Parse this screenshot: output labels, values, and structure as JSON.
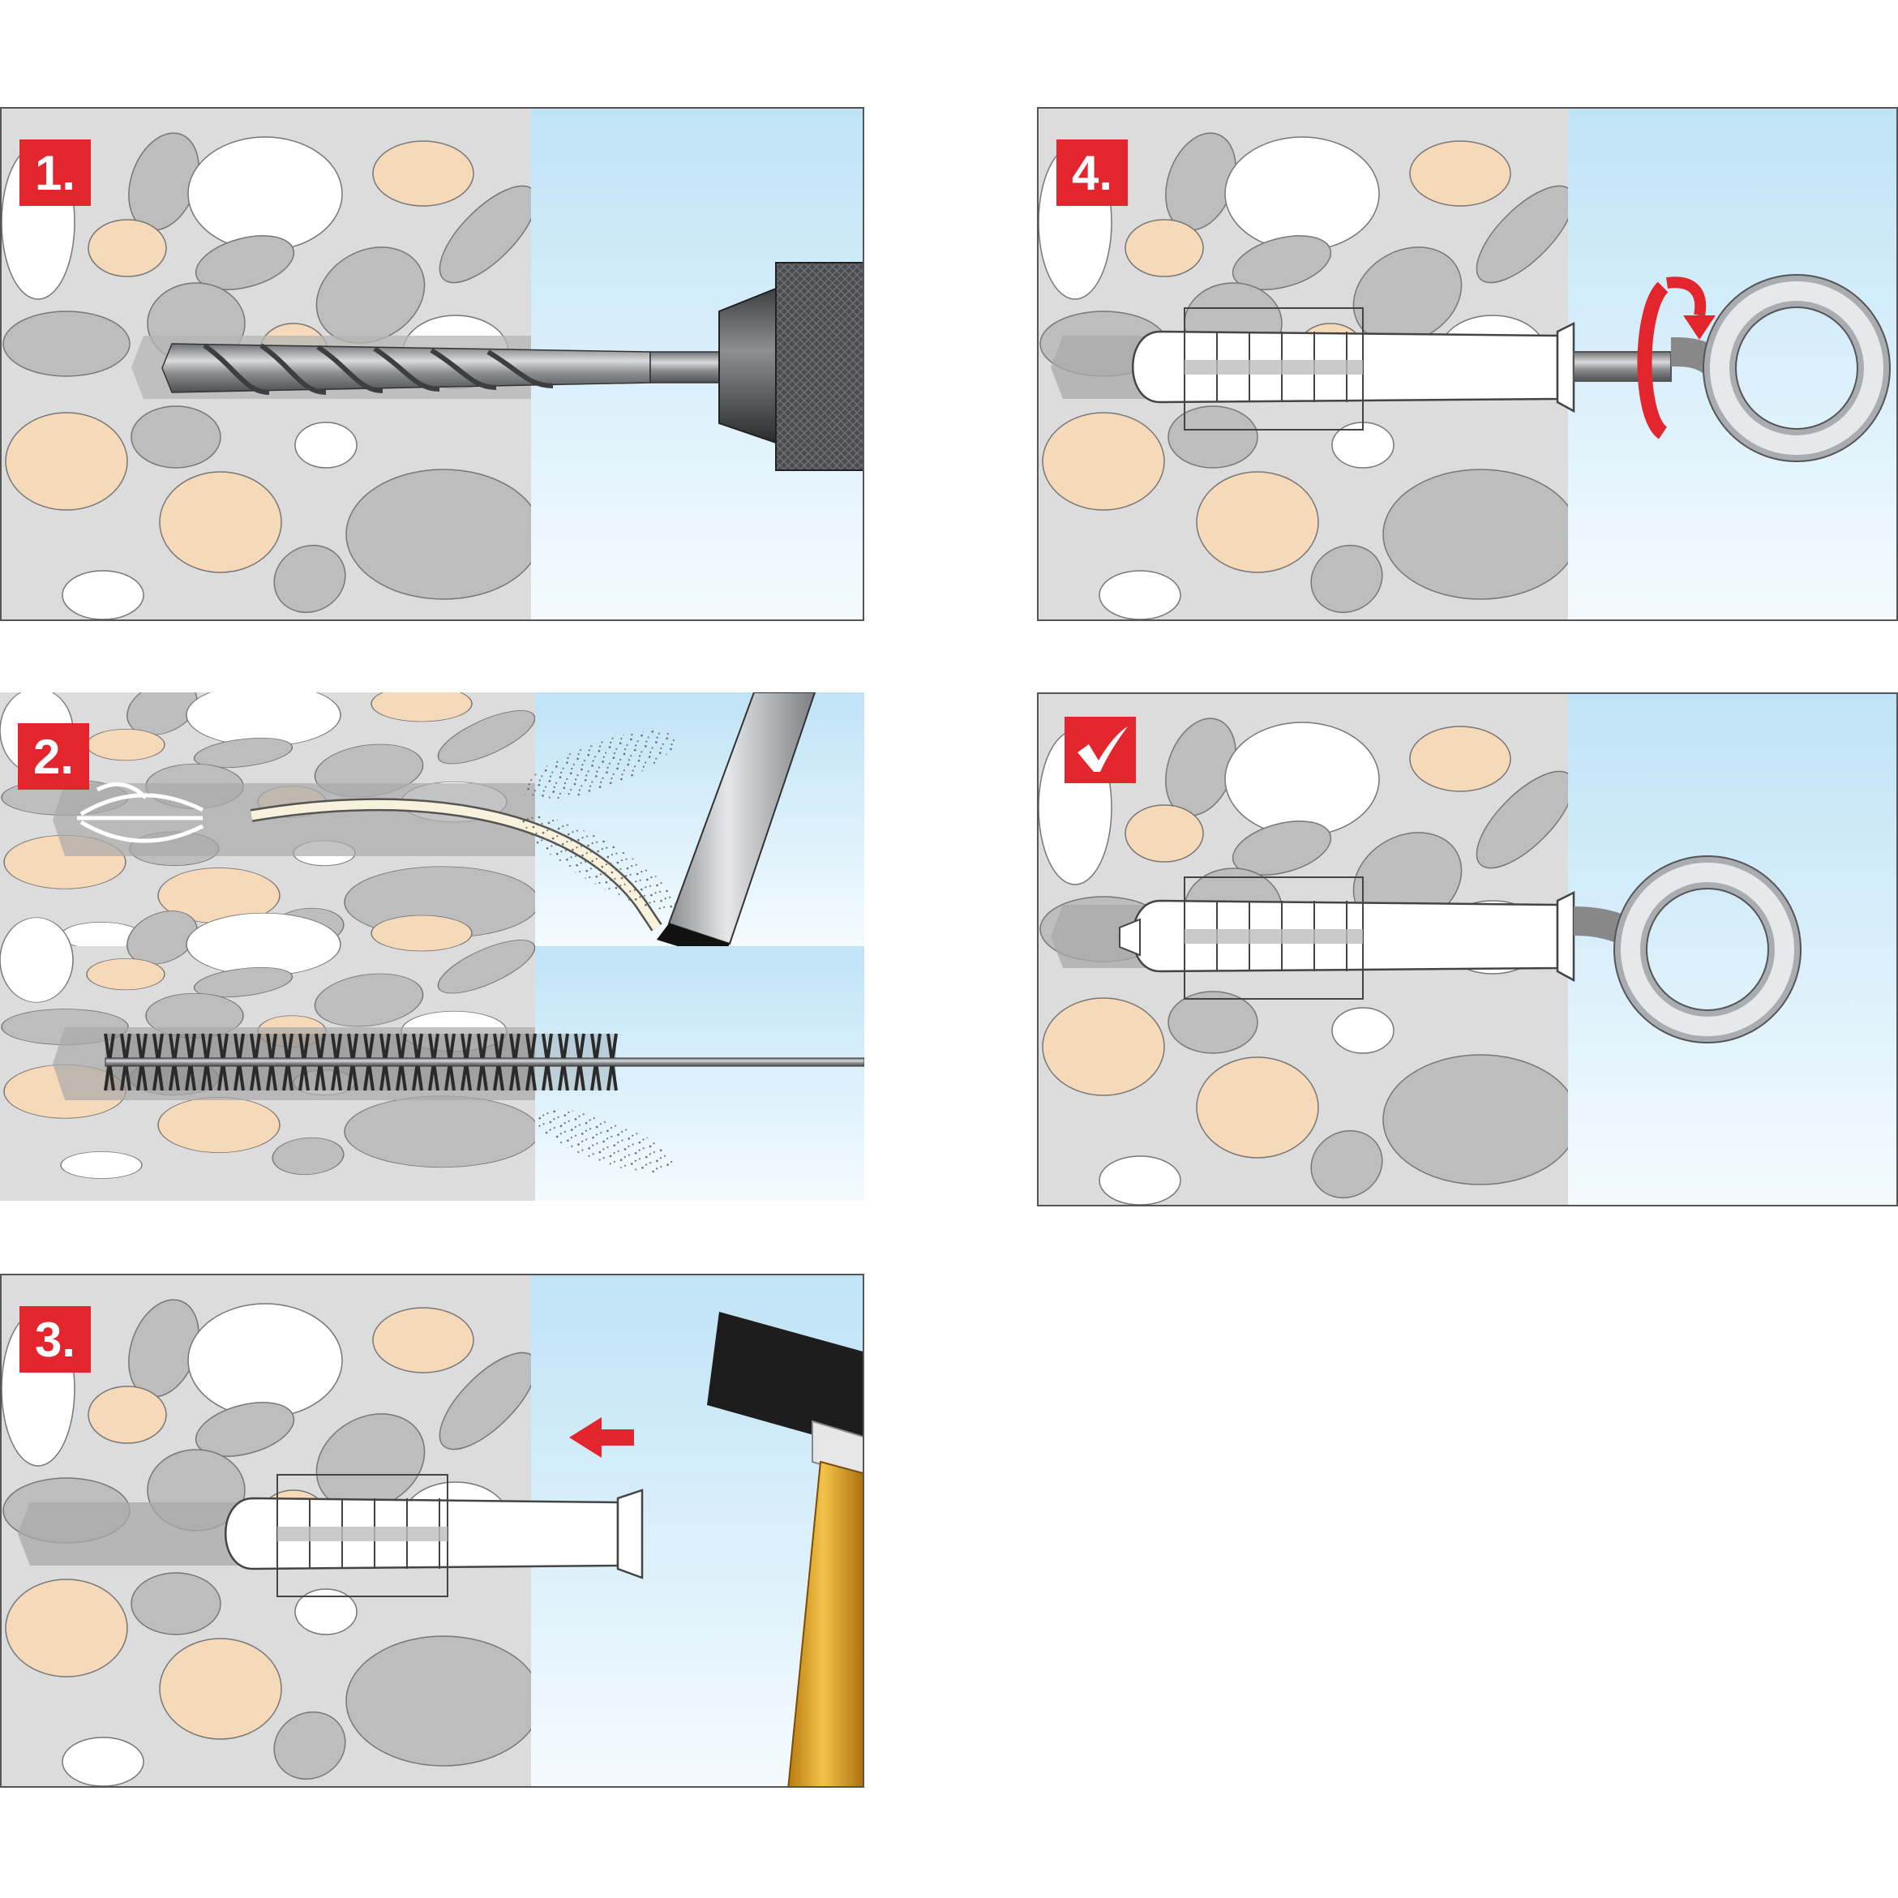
{
  "steps": [
    {
      "badge": "1.",
      "tool": "drill",
      "colors": {
        "badge": "#e3262d"
      }
    },
    {
      "badge": "2.",
      "tool": "blow-pump-and-brush",
      "colors": {
        "badge": "#e3262d"
      }
    },
    {
      "badge": "3.",
      "tool": "hammer",
      "colors": {
        "badge": "#e3262d"
      }
    },
    {
      "badge": "4.",
      "tool": "eye-hook-screw",
      "colors": {
        "badge": "#e3262d"
      }
    },
    {
      "badge_icon": "check-mark-icon",
      "tool": "installed-eye-hook",
      "colors": {
        "badge": "#e3262d"
      }
    }
  ],
  "palette": {
    "wall": "#dcdcdc",
    "stone_gray": "#bdbdbd",
    "stone_dark": "#a9a9a9",
    "stone_sand": "#f6d9b8",
    "stone_white": "#ffffff",
    "sky_top": "#bfe3f6",
    "sky_bottom": "#f4fbff",
    "accent_red": "#e3262d"
  }
}
